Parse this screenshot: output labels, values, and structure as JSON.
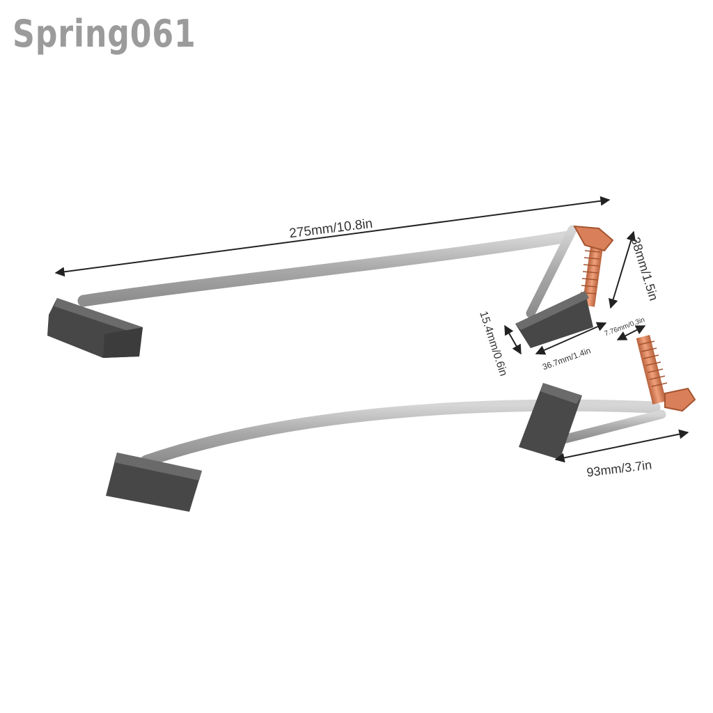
{
  "brand": {
    "watermark": "Spring061"
  },
  "dimensions": {
    "total_length": "275mm/10.8in",
    "short_lead": "38mm/1.5in",
    "brush_height": "15.4mm/0.6in",
    "brush_length": "36.7mm/1.4in",
    "terminal": "7.76mm/0.3in",
    "lead_span": "93mm/3.7in"
  },
  "colors": {
    "carbon": "#4a4a4a",
    "carbon_light": "#6a6a6a",
    "wire": "#b9b9b9",
    "copper": "#d9805a",
    "dimension_line": "#222222"
  }
}
